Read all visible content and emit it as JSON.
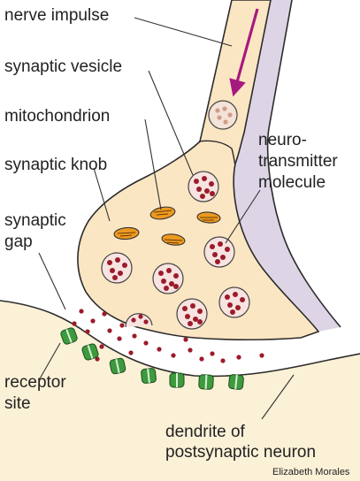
{
  "labels": {
    "nerve_impulse": "nerve impulse",
    "synaptic_vesicle": "synaptic vesicle",
    "mitochondrion": "mitochondrion",
    "synaptic_knob": "synaptic knob",
    "synaptic_gap_line1": "synaptic",
    "synaptic_gap_line2": "gap",
    "neurotransmitter_line1": "neuro-",
    "neurotransmitter_line2": "transmitter",
    "neurotransmitter_line3": "molecule",
    "receptor_site_line1": "receptor",
    "receptor_site_line2": "site",
    "dendrite_line1": "dendrite of",
    "dendrite_line2": "postsynaptic neuron"
  },
  "credit": "Elizabeth Morales",
  "colors": {
    "axon_fill": "#fbe6c3",
    "axon_shadow": "#ddd5e6",
    "outline": "#2b2b2b",
    "arrow": "#a6197e",
    "vesicle_fill": "#f7e3e0",
    "molecule": "#9b1b2a",
    "mitochondrion": "#ec9a1f",
    "receptor": "#3d9a3d",
    "dendrite_fill": "#fbf1d7",
    "leader_line": "#333333"
  }
}
